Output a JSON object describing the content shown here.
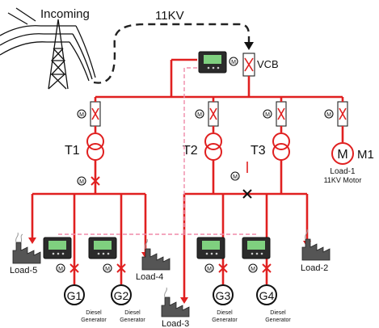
{
  "title": "",
  "incoming_label": "Incoming",
  "supply_label": "11KV",
  "main_breaker_label": "VCB",
  "meter_symbol": "M",
  "transformers": [
    {
      "name": "T1"
    },
    {
      "name": "T2"
    },
    {
      "name": "T3"
    }
  ],
  "motor": {
    "symbol": "M",
    "name": "M1",
    "load_label": "Load-1",
    "description": "11KV Motor"
  },
  "generators": [
    {
      "name": "G1",
      "description_line1": "Diesel",
      "description_line2": "Generator"
    },
    {
      "name": "G2",
      "description_line1": "Diesel",
      "description_line2": "Generator"
    },
    {
      "name": "G3",
      "description_line1": "Diesel",
      "description_line2": "Generator"
    },
    {
      "name": "G4",
      "description_line1": "Diesel",
      "description_line2": "Generator"
    }
  ],
  "loads": [
    "Load-2",
    "Load-3",
    "Load-4",
    "Load-5"
  ],
  "colors": {
    "busbar": "#e02020",
    "control_link": "#f08aa8",
    "controller_screen": "#7fd07f",
    "supply_line": "#222222"
  },
  "icons": [
    "transmission-tower-icon",
    "factory-icon",
    "controller-panel-icon",
    "meter-icon",
    "breaker-icon"
  ]
}
